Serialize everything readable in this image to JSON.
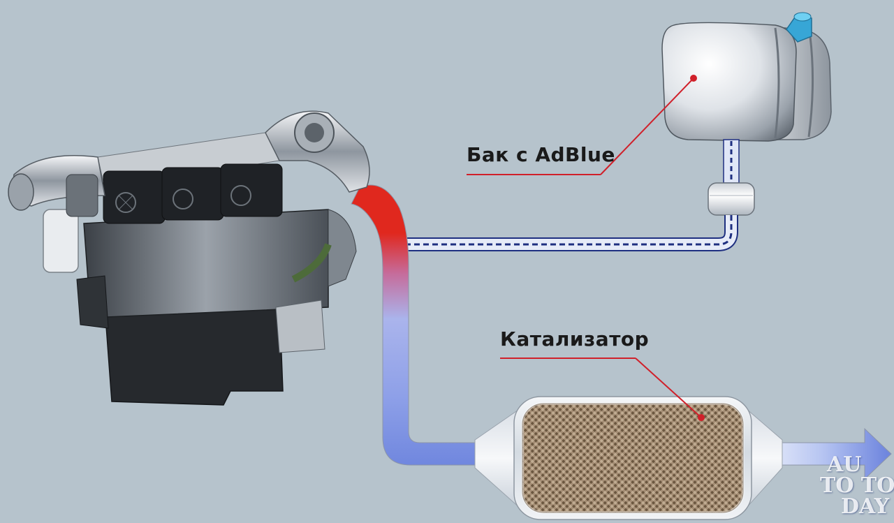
{
  "labels": {
    "tank": "Бак с AdBlue",
    "catalyst": "Катализатор"
  },
  "watermark": {
    "line1": "AU",
    "line2": "TO TO",
    "line3": "DAY"
  },
  "colors": {
    "background": "#b6c3cc",
    "leader_line": "#d0202a",
    "exhaust_hot": "#e0281e",
    "exhaust_cool": "#6f86de",
    "adblue_line": "#1e2f80"
  }
}
